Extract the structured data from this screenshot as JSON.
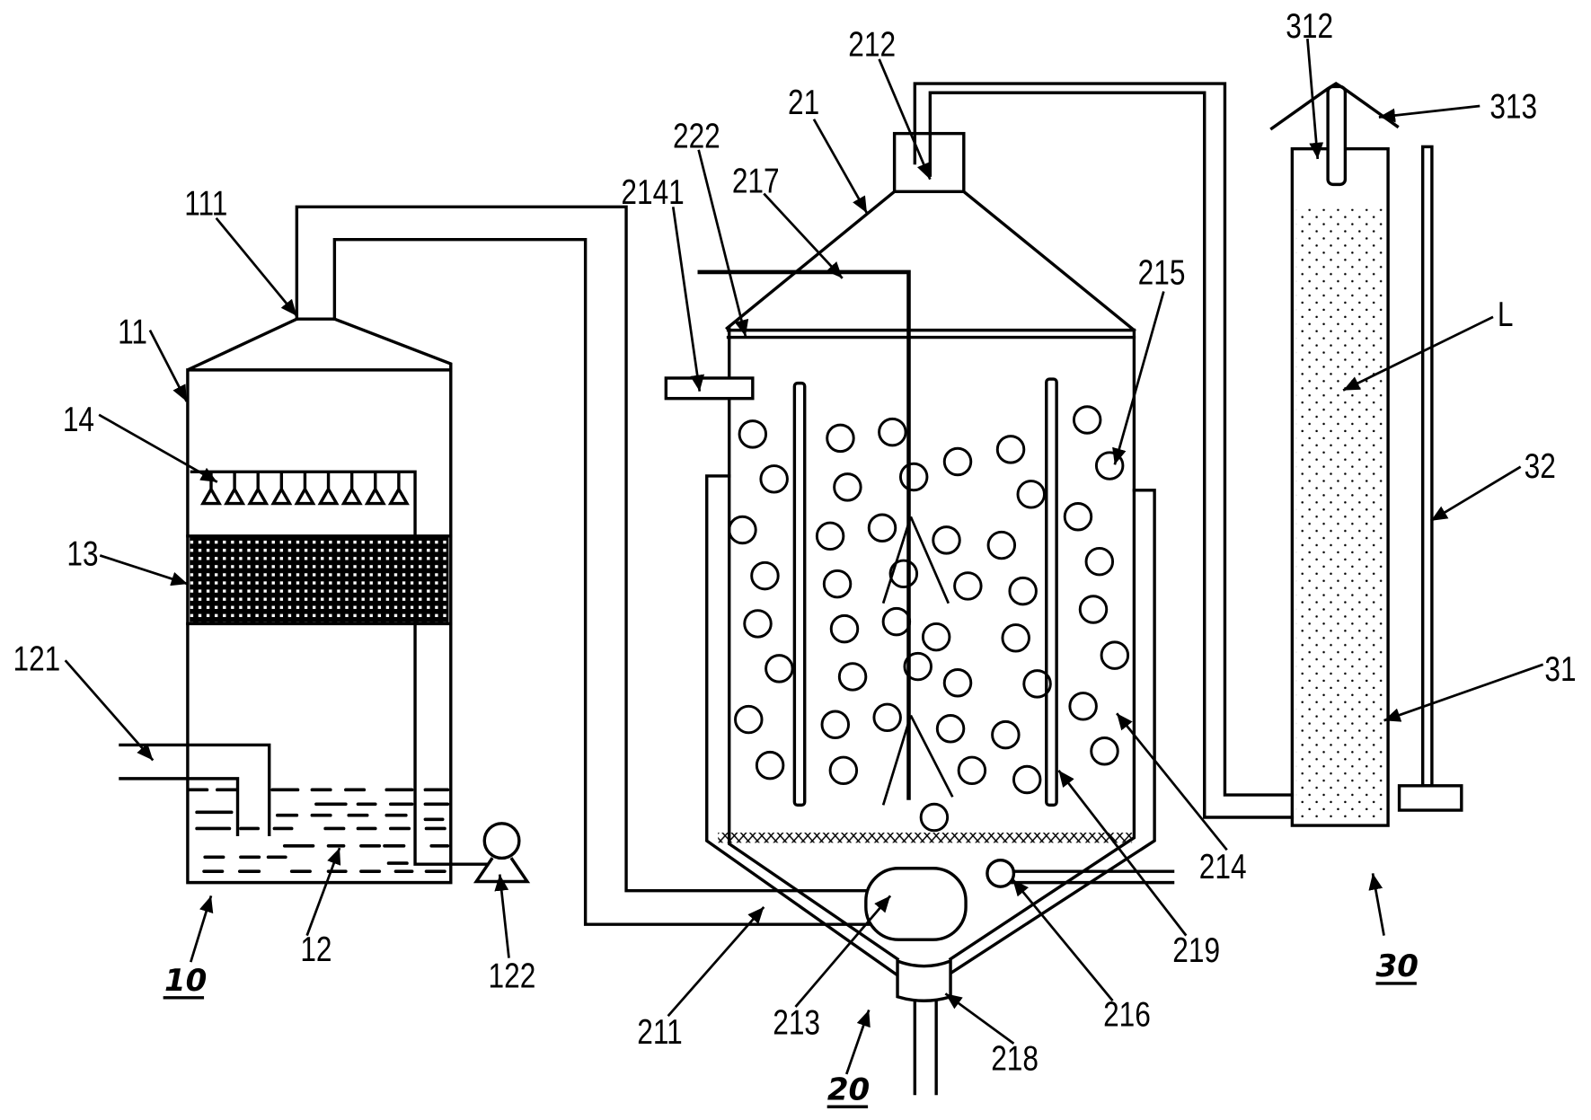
{
  "colors": {
    "line": "#000000",
    "background": "#ffffff"
  },
  "units": {
    "scrubber": {
      "label": "10",
      "refs": {
        "tower": "11",
        "outlet": "111",
        "liquid": "12",
        "inlet": "121",
        "pump": "122",
        "packing": "13",
        "spray": "14"
      }
    },
    "reactor": {
      "label": "20",
      "refs": {
        "vessel": "21",
        "inlet_pipe": "211",
        "gas_outlet": "212",
        "aerator": "213",
        "jacket": "214",
        "jacket_port": "2141",
        "media": "215",
        "side_port": "216",
        "stirrer": "217",
        "drain": "218",
        "baffle": "219",
        "lid": "222"
      }
    },
    "column": {
      "label": "30",
      "refs": {
        "column": "31",
        "inlet_tube": "312",
        "hood": "313",
        "stand": "32",
        "packing": "L"
      }
    }
  }
}
